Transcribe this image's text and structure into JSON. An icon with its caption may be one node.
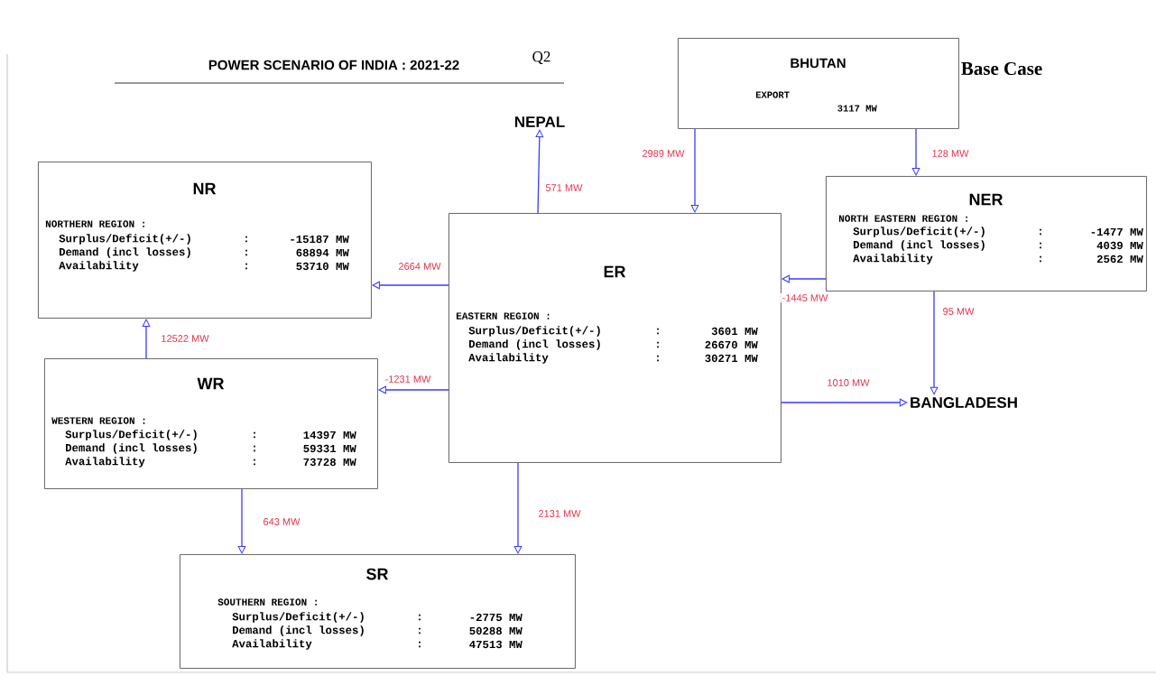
{
  "diagram": {
    "title": "POWER SCENARIO OF INDIA : 2021-22",
    "nodes": [
      {
        "text": [
          "BHUTAN",
          "EXPORT",
          "3117 MW"
        ]
      },
      {
        "text": [
          "NEPAL"
        ]
      },
      {
        "text": [
          "NR",
          "NORTHERN REGION :",
          "Surplus/Deficit(+/-)",
          ":",
          "-15187 MW",
          "Demand (incl losses)",
          ":",
          "68894 MW",
          "Availability",
          ":",
          "53710 MW"
        ]
      },
      {
        "text": [
          "NER",
          "NORTH EASTERN REGION :",
          "Surplus/Deficit(+/-)",
          ":",
          "-1477 MW",
          "Demand (incl losses)",
          ":",
          "4039 MW",
          "Availability",
          ":",
          "2562 MW"
        ]
      },
      {
        "text": [
          "ER",
          "EASTERN REGION :",
          "Surplus/Deficit(+/-)",
          ":",
          "3601 MW",
          "Demand (incl losses)",
          ":",
          "26670 MW",
          "Availability",
          ":",
          "30271 MW"
        ]
      },
      {
        "text": [
          "WR",
          "WESTERN REGION :",
          "Surplus/Deficit(+/-)",
          ":",
          "14397 MW",
          "Demand (incl losses)",
          ":",
          "59331 MW",
          "Availability",
          ":",
          "73728 MW"
        ]
      },
      {
        "text": [
          "BANGLADESH"
        ]
      },
      {
        "text": [
          "SR",
          "SOUTHERN REGION :",
          "Surplus/Deficit(+/-)",
          ":",
          "-2775 MW",
          "Demand (incl losses)",
          ":",
          "50288 MW",
          "Availability",
          ":",
          "47513 MW"
        ]
      }
    ],
    "edges": [
      {
        "from": 4,
        "to": 1,
        "arrow": "to",
        "label": "571 MW"
      },
      {
        "from": 0,
        "to": 4,
        "arrow": "to",
        "label": "2989 MW"
      },
      {
        "from": 0,
        "to": 3,
        "arrow": "to",
        "label": "128 MW"
      },
      {
        "from": 3,
        "to": 4,
        "arrow": "to",
        "label": "-1445 MW"
      },
      {
        "from": 3,
        "to": 6,
        "arrow": "to",
        "label": "95 MW"
      },
      {
        "from": 4,
        "to": 6,
        "arrow": "to",
        "label": "1010 MW"
      },
      {
        "from": 4,
        "to": 2,
        "arrow": "to",
        "label": "2664 MW"
      },
      {
        "from": 4,
        "to": 5,
        "arrow": "to",
        "label": "-1231 MW"
      },
      {
        "from": 5,
        "to": 2,
        "arrow": "to",
        "label": "12522 MW"
      },
      {
        "from": 5,
        "to": 7,
        "arrow": "to",
        "label": "643 MW"
      },
      {
        "from": 4,
        "to": 7,
        "arrow": "to",
        "label": "2131 MW"
      }
    ],
    "labels": [
      "Q2",
      "Base Case"
    ]
  }
}
